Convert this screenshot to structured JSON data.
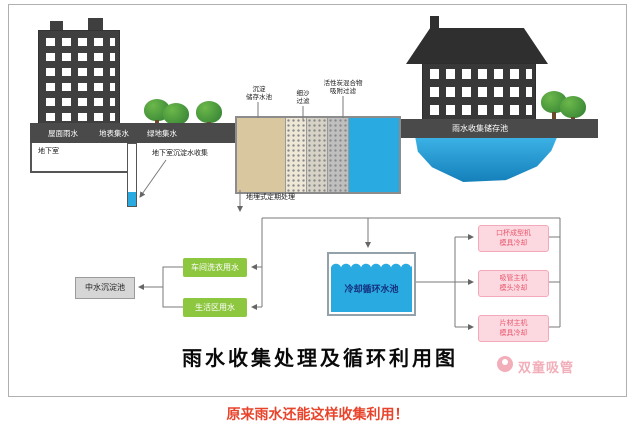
{
  "diagram": {
    "title": "雨水收集处理及循环利用图",
    "watermark": "双童吸管",
    "band_labels": {
      "roof": "屋面雨水",
      "surface": "地表集水",
      "green": "绿地集水",
      "pond": "雨水收集储存池"
    },
    "basement": {
      "label": "地下室",
      "collect": "地下室沉淀水收集"
    },
    "filters": {
      "sediment": "沉淀\n储存水池",
      "sand": "细沙\n过滤",
      "carbon": "活性炭混合物\n吸附过滤",
      "buried": "地埋式定期处理"
    },
    "flow": {
      "reclaim_tank": "中水沉淀池",
      "laundry": "车间洗衣用水",
      "living": "生活区用水",
      "cooling_pool": "冷却循环水池",
      "coolers": [
        {
          "label": "口杯成型机\n模具冷却"
        },
        {
          "label": "吸管主机\n模头冷却"
        },
        {
          "label": "片材主机\n模具冷却"
        }
      ]
    },
    "colors": {
      "water": "#29abe2",
      "green_box": "#8dc63f",
      "pink_box": "#fcd9e0",
      "pink_text": "#e8566e",
      "building": "#3f3f3f",
      "band": "#4a4a4a",
      "caption_red": "#e8442c",
      "watermark_pink": "#f2aeb9"
    }
  },
  "caption": "原来雨水还能这样收集利用！"
}
